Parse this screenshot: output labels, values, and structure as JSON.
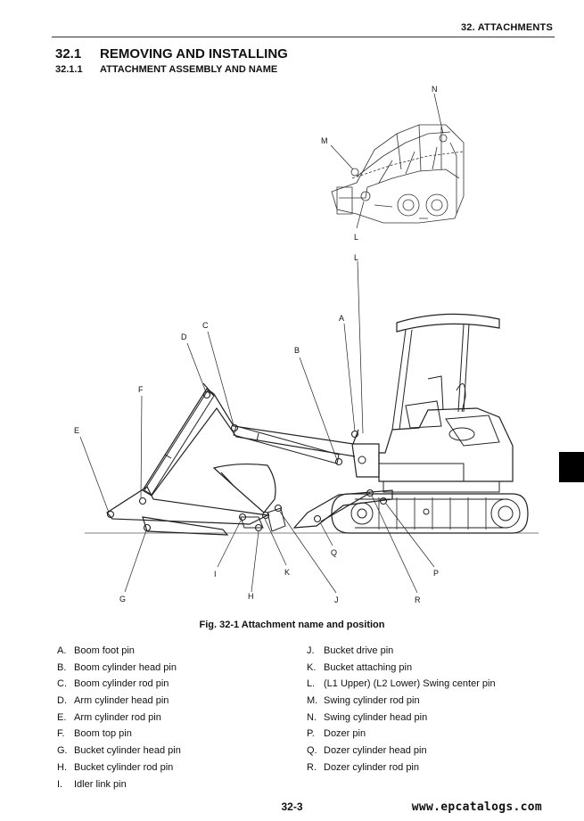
{
  "header": {
    "chapter": "32. ATTACHMENTS"
  },
  "section": {
    "number": "32.1",
    "title": "REMOVING AND INSTALLING"
  },
  "subsection": {
    "number": "32.1.1",
    "title": "ATTACHMENT ASSEMBLY AND NAME"
  },
  "figure": {
    "caption": "Fig. 32-1 Attachment name and position",
    "callouts": {
      "N": "N",
      "M": "M",
      "L_inset": "L",
      "L": "L",
      "A": "A",
      "B": "B",
      "C": "C",
      "D": "D",
      "E": "E",
      "F": "F",
      "G": "G",
      "H": "H",
      "I": "I",
      "J": "J",
      "K": "K",
      "P": "P",
      "Q": "Q",
      "R": "R"
    }
  },
  "parts_left": [
    {
      "key": "A.",
      "name": "Boom foot  pin"
    },
    {
      "key": "B.",
      "name": "Boom cylinder head pin"
    },
    {
      "key": "C.",
      "name": "Boom cylinder rod pin"
    },
    {
      "key": "D.",
      "name": "Arm cylinder head pin"
    },
    {
      "key": "E.",
      "name": "Arm cylinder rod pin"
    },
    {
      "key": "F.",
      "name": "Boom top pin"
    },
    {
      "key": "G.",
      "name": "Bucket cylinder head pin"
    },
    {
      "key": "H.",
      "name": "Bucket cylinder rod pin"
    },
    {
      "key": "I.",
      "name": "Idler link pin"
    }
  ],
  "parts_right": [
    {
      "key": "J.",
      "name": "Bucket drive pin"
    },
    {
      "key": "K.",
      "name": "Bucket attaching pin"
    },
    {
      "key": "L.",
      "name": "(L1 Upper) (L2 Lower) Swing center pin"
    },
    {
      "key": "M.",
      "name": "Swing cylinder rod pin"
    },
    {
      "key": "N.",
      "name": "Swing cylinder head pin"
    },
    {
      "key": "P.",
      "name": "Dozer pin"
    },
    {
      "key": "Q.",
      "name": "Dozer cylinder head pin"
    },
    {
      "key": "R.",
      "name": "Dozer cylinder rod pin"
    }
  ],
  "footer": {
    "page": "32-3",
    "watermark": "www.epcatalogs.com"
  }
}
